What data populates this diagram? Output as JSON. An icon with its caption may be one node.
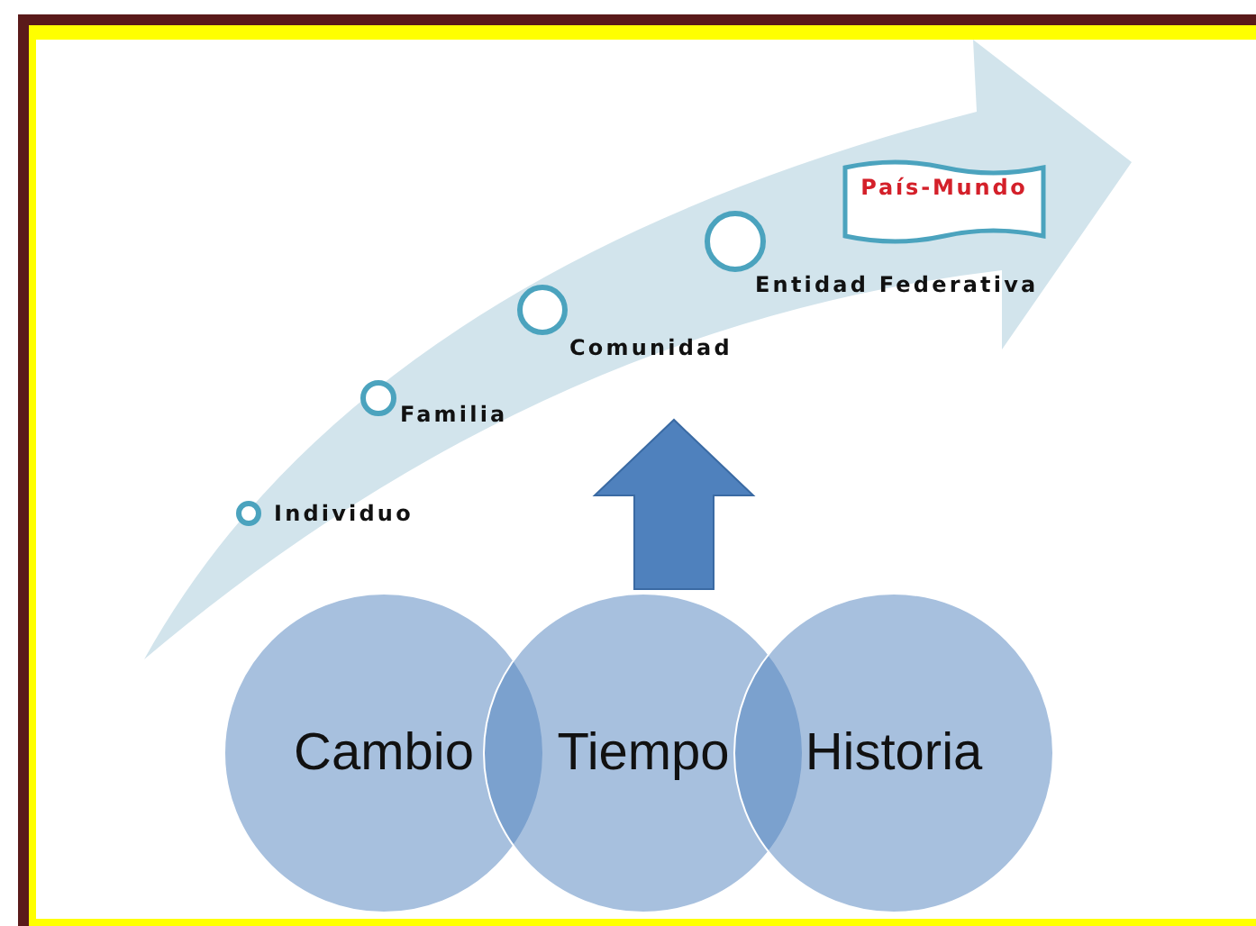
{
  "diagram": {
    "nodes": [
      {
        "text": [],
        "shape": "circle",
        "beside": [
          "Individuo"
        ]
      },
      {
        "text": [],
        "shape": "circle",
        "beside": [
          "Familia"
        ]
      },
      {
        "text": [],
        "shape": "circle",
        "beside": [
          "Comunidad"
        ]
      },
      {
        "text": [],
        "shape": "circle",
        "beside": [
          "Entidad Federativa"
        ]
      },
      {
        "text": [
          "País-Mundo"
        ]
      },
      {
        "text": [
          "Cambio"
        ]
      },
      {
        "text": [
          "Tiempo"
        ]
      },
      {
        "text": [
          "Historia"
        ]
      }
    ]
  }
}
